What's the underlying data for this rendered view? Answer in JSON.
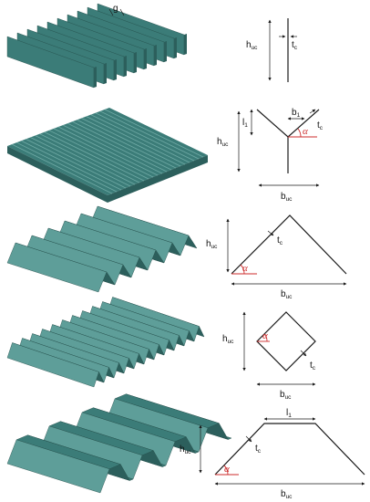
{
  "labels": {
    "g": "g",
    "h": "h",
    "b": "b",
    "t": "t",
    "l": "l",
    "alpha": "α",
    "sub_uc": "uc",
    "sub_c": "c",
    "sub_1": "1"
  },
  "colors": {
    "panel_top": "#3b7c78",
    "panel_dark": "#2c5f5c",
    "panel_light": "#5e9e99",
    "angle_mark": "#cc2b2b",
    "line": "#1a1a1a"
  }
}
